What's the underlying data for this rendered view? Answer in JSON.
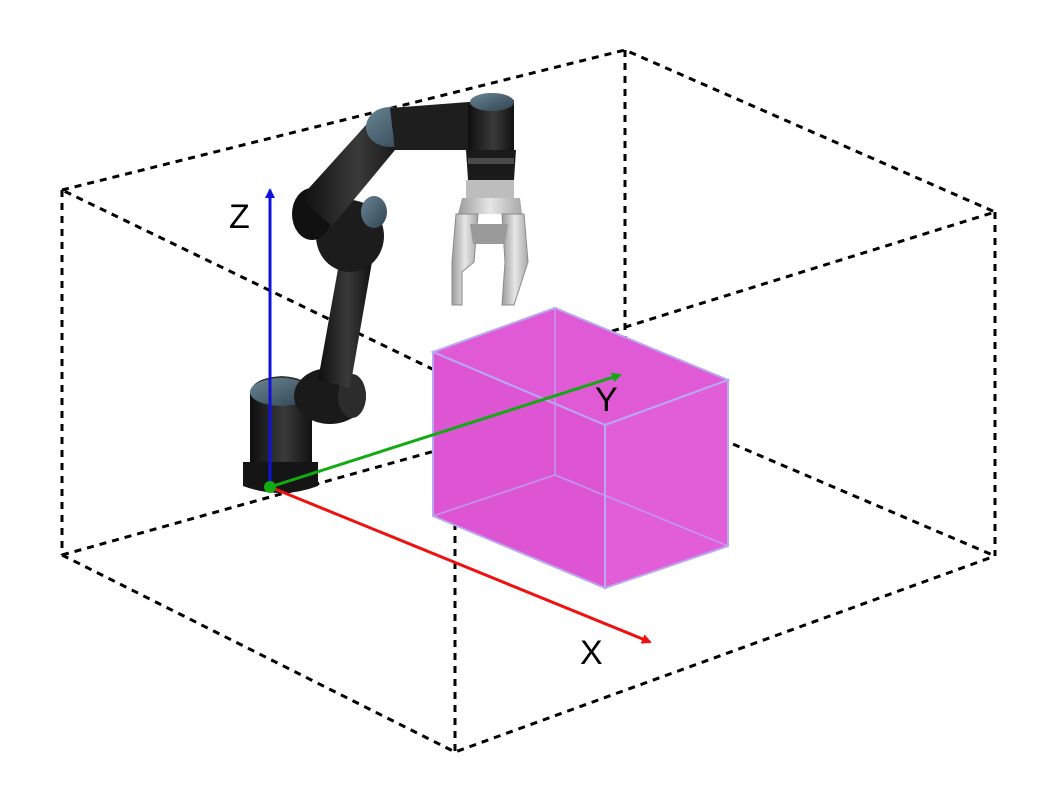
{
  "axes": {
    "x_label": "X",
    "y_label": "Y",
    "z_label": "Z",
    "x_color": "#ee1111",
    "y_color": "#11aa11",
    "z_color": "#1111dd"
  },
  "target_box": {
    "fill_color": "#e05ad6",
    "edge_color": "#b9a7f2"
  },
  "workspace": {
    "edge_style": "dashed",
    "edge_color": "#000000"
  },
  "robot": {
    "link_color": "#1f1f1f",
    "joint_cap_color": "#445b69",
    "gripper_color": "#c9c9c9"
  }
}
